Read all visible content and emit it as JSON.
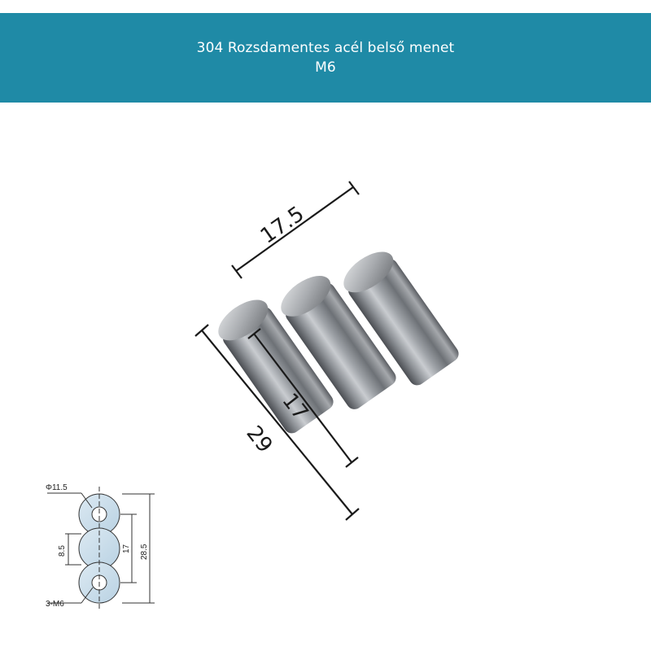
{
  "header": {
    "line1": "304 Rozsdamentes acél belső menet",
    "line2": "M6",
    "background": "#1f8aa6"
  },
  "product_dimensions": {
    "length_label": "17.5",
    "pitch_label": "17",
    "total_label": "29"
  },
  "drawing": {
    "diameter_label": "Φ11.5",
    "spacing_label": "8.5",
    "center_distance_label": "17",
    "overall_label": "28.5",
    "thread_label": "3-M6"
  }
}
